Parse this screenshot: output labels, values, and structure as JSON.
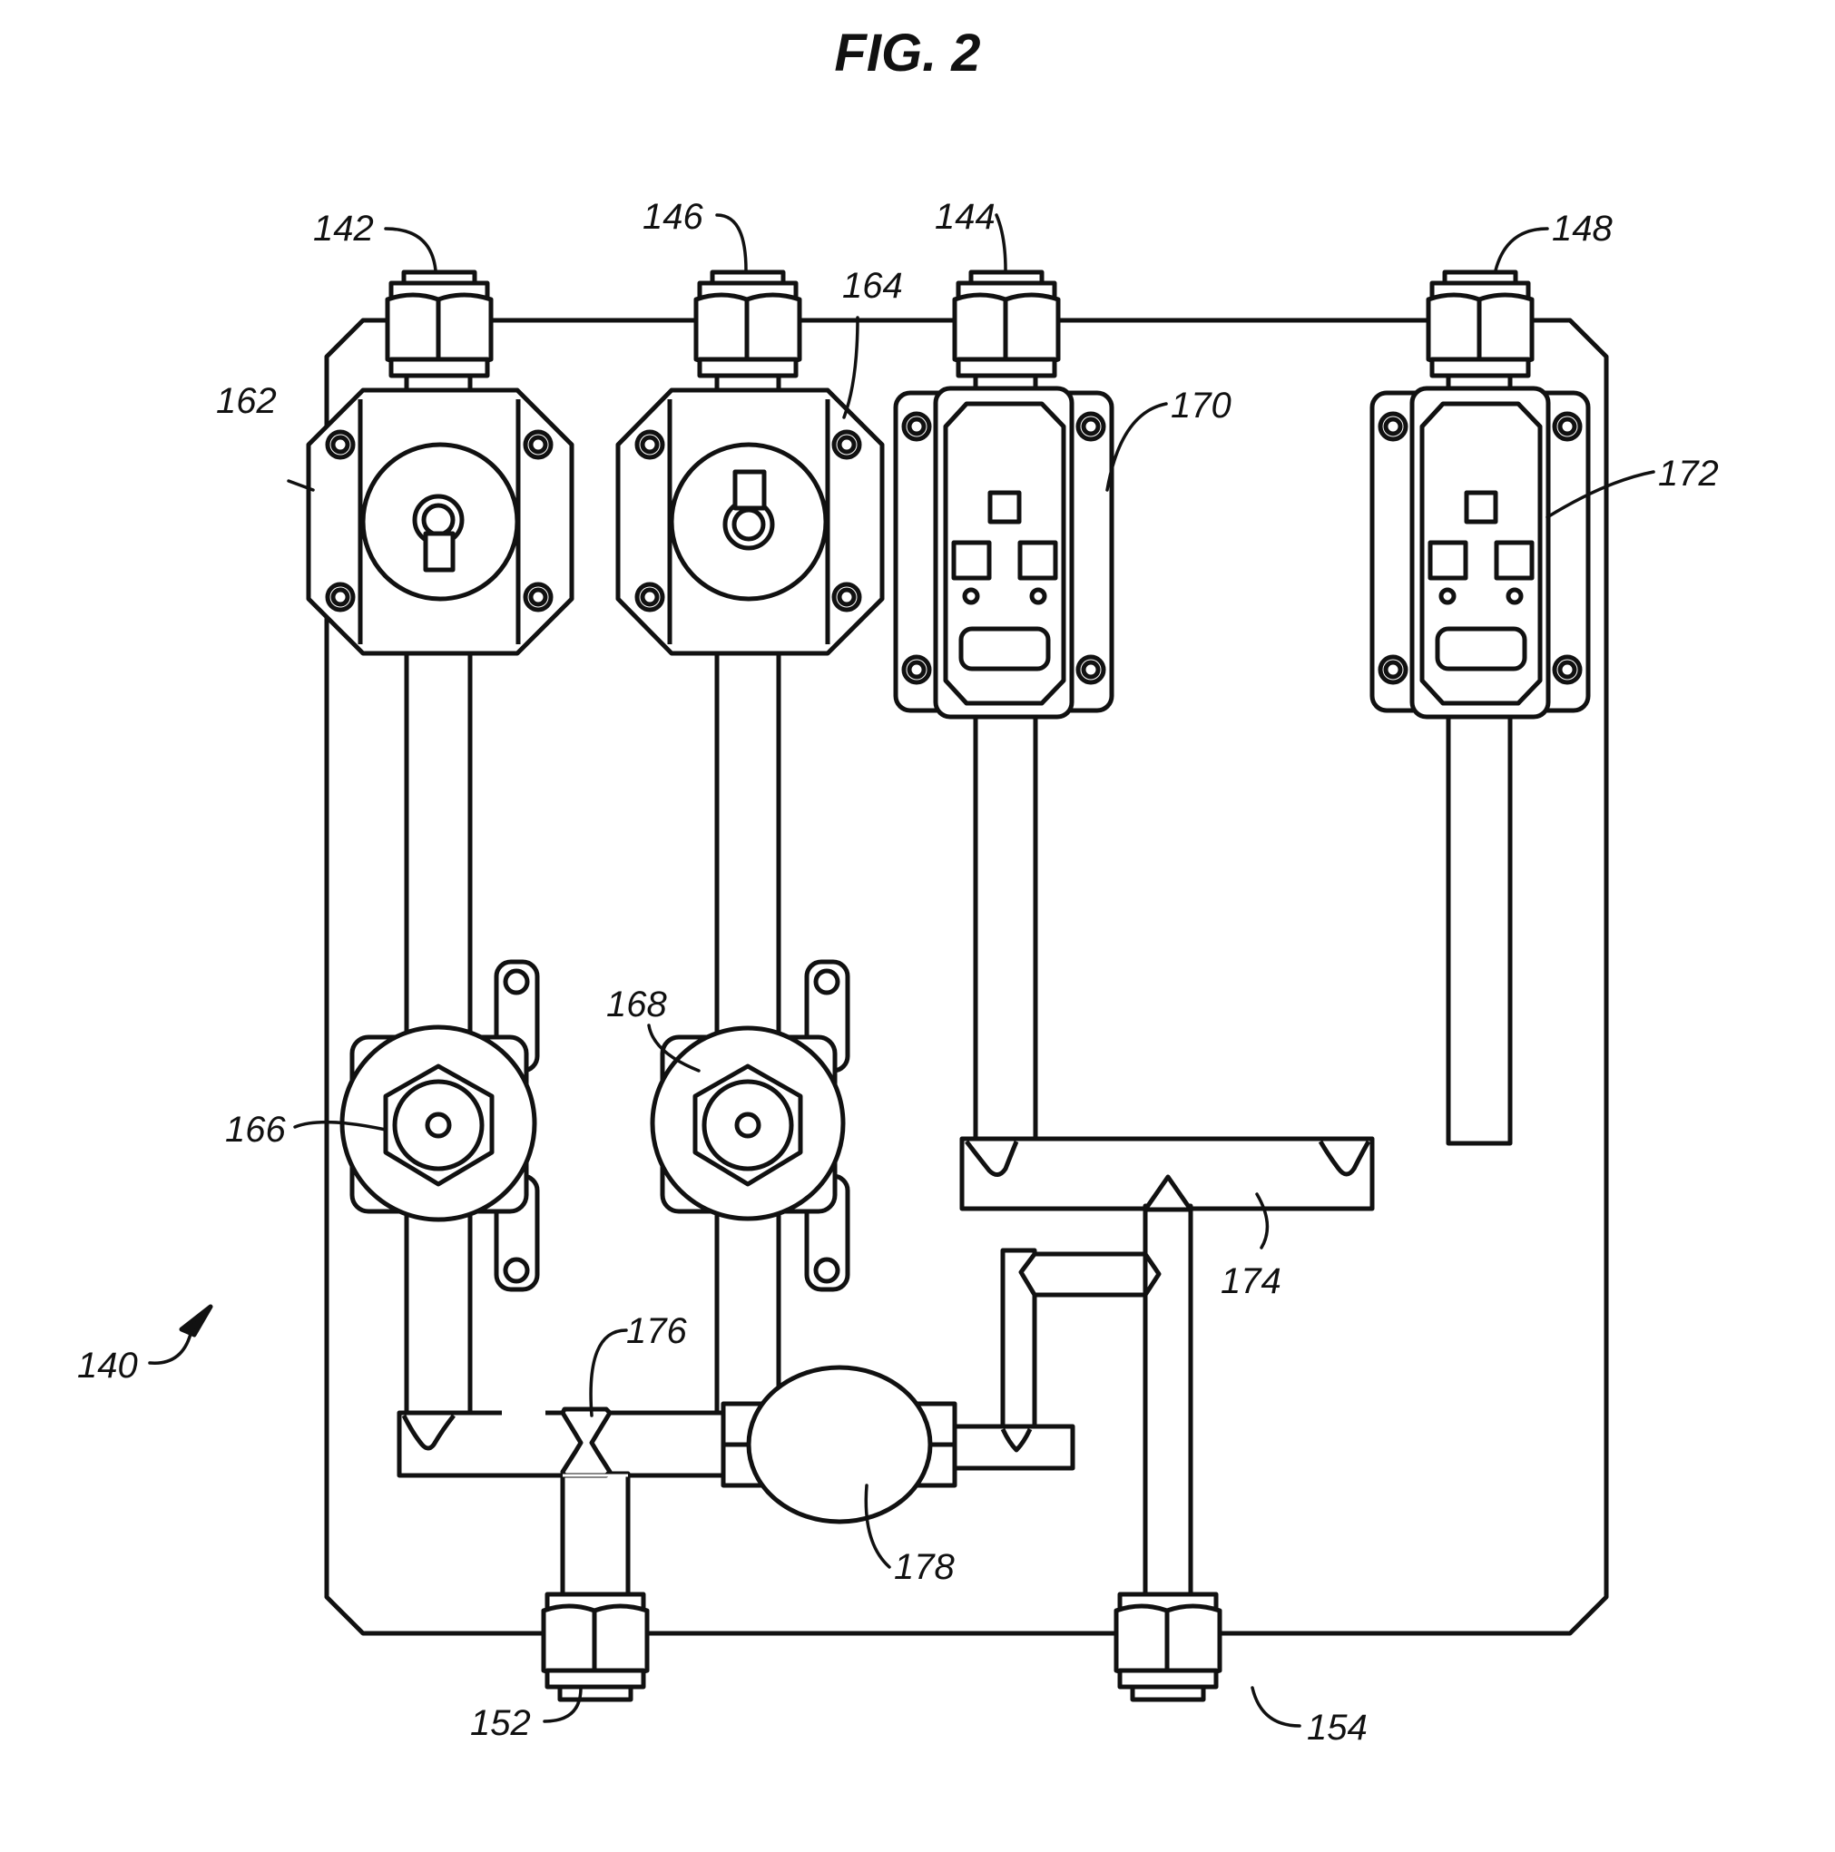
{
  "figure": {
    "title": "FIG. 2",
    "assembly_label": "140"
  },
  "labels": {
    "inlet_1": "142",
    "inlet_2": "146",
    "inlet_3": "144",
    "inlet_4": "148",
    "outlet_1": "152",
    "outlet_2": "154",
    "valve_1": "162",
    "valve_2": "164",
    "valve_3": "166",
    "valve_4": "168",
    "sensor_1": "170",
    "sensor_2": "172",
    "manifold": "174",
    "tee": "176",
    "meter": "178"
  },
  "colors": {
    "line": "#111111",
    "background": "#ffffff"
  }
}
